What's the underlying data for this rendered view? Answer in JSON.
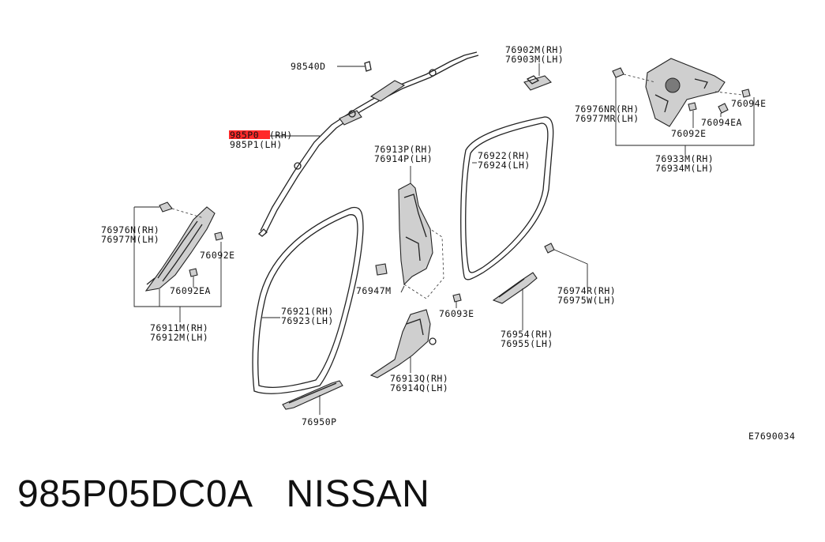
{
  "diagram": {
    "ref": "E7690034",
    "labels": {
      "p98540D": "98540D",
      "p985P0": "985P0",
      "p985P0_side": "(RH)",
      "p985P1": "985P1(LH)",
      "p76902M": "76902M(RH)",
      "p76903M": "76903M(LH)",
      "p76976NR": "76976NR(RH)",
      "p76977MR": "76977MR(LH)",
      "p76094E": "76094E",
      "p76094EA": "76094EA",
      "p76092E_top": "76092E",
      "p76933M": "76933M(RH)",
      "p76934M": "76934M(LH)",
      "p76913P": "76913P(RH)",
      "p76914P": "76914P(LH)",
      "p76922": "76922(RH)",
      "p76924": "76924(LH)",
      "p76976N": "76976N(RH)",
      "p76977M": "76977M(LH)",
      "p76092E_left": "76092E",
      "p76092EA_left": "76092EA",
      "p76911M": "76911M(RH)",
      "p76912M": "76912M(LH)",
      "p76947M": "76947M",
      "p76093E": "76093E",
      "p76921": "76921(RH)",
      "p76923": "76923(LH)",
      "p76974R": "76974R(RH)",
      "p76975W": "76975W(LH)",
      "p76954": "76954(RH)",
      "p76955": "76955(LH)",
      "p76913Q": "76913Q(RH)",
      "p76914Q": "76914Q(LH)",
      "p76950P": "76950P"
    }
  },
  "footer": {
    "part_number": "985P05DC0A",
    "brand": "NISSAN"
  }
}
